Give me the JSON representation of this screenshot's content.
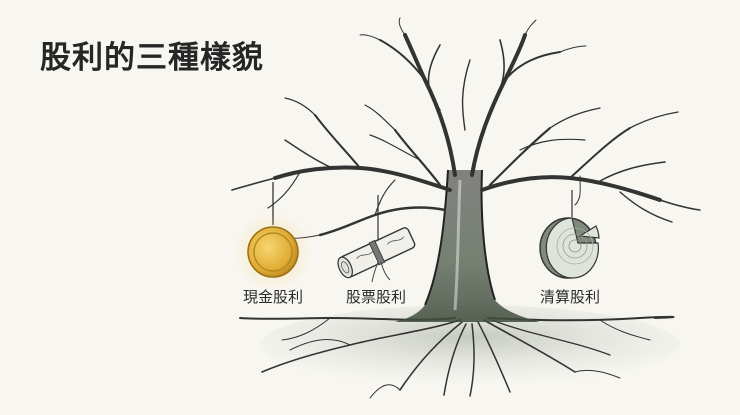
{
  "title": "股利的三種樣貌",
  "items": [
    {
      "label": "現金股利",
      "icon": "gold-coin-icon",
      "color": "#e3b23c"
    },
    {
      "label": "股票股利",
      "icon": "scroll-certificate-icon",
      "color": "#d9d9d9"
    },
    {
      "label": "清算股利",
      "icon": "wood-slice-icon",
      "color": "#8f9a8a"
    }
  ],
  "colors": {
    "background": "#f7f6f1",
    "ink": "#2e2e2e",
    "trunk_shade": "#5f6f5c",
    "coin": "#e3b23c"
  }
}
